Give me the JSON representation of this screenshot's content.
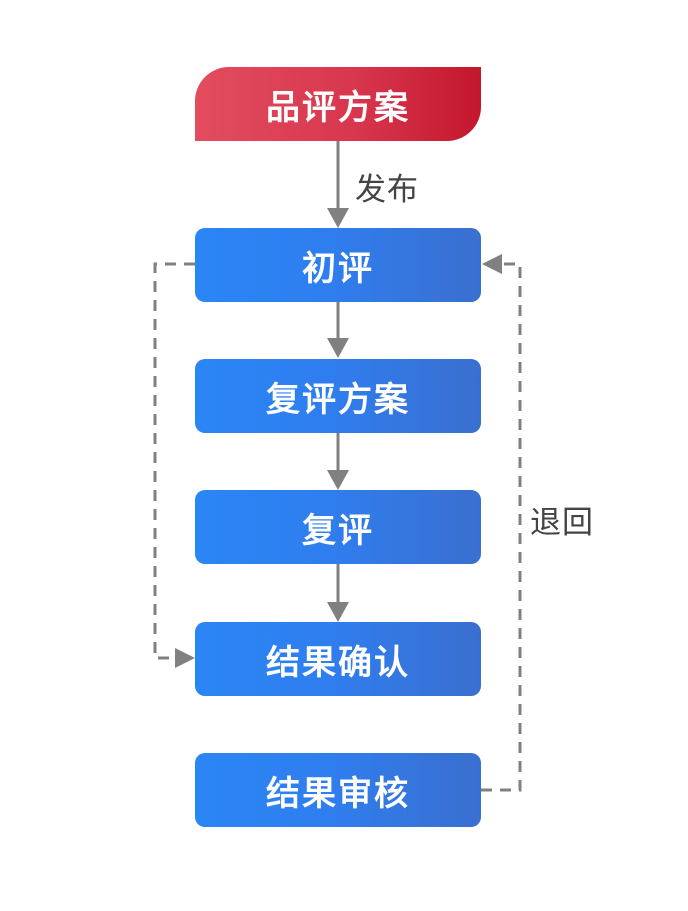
{
  "nodes": {
    "plan": "品评方案",
    "initial_review": "初评",
    "review_plan": "复评方案",
    "second_review": "复评",
    "result_confirm": "结果确认",
    "result_audit": "结果审核"
  },
  "edge_labels": {
    "publish": "发布",
    "return": "退回"
  },
  "colors": {
    "blue_start": "#2b86f5",
    "blue_end": "#3a6fcf",
    "red_start": "#e24d5f",
    "red_end": "#c3172c",
    "arrow": "#808080",
    "label_text": "#444444"
  }
}
